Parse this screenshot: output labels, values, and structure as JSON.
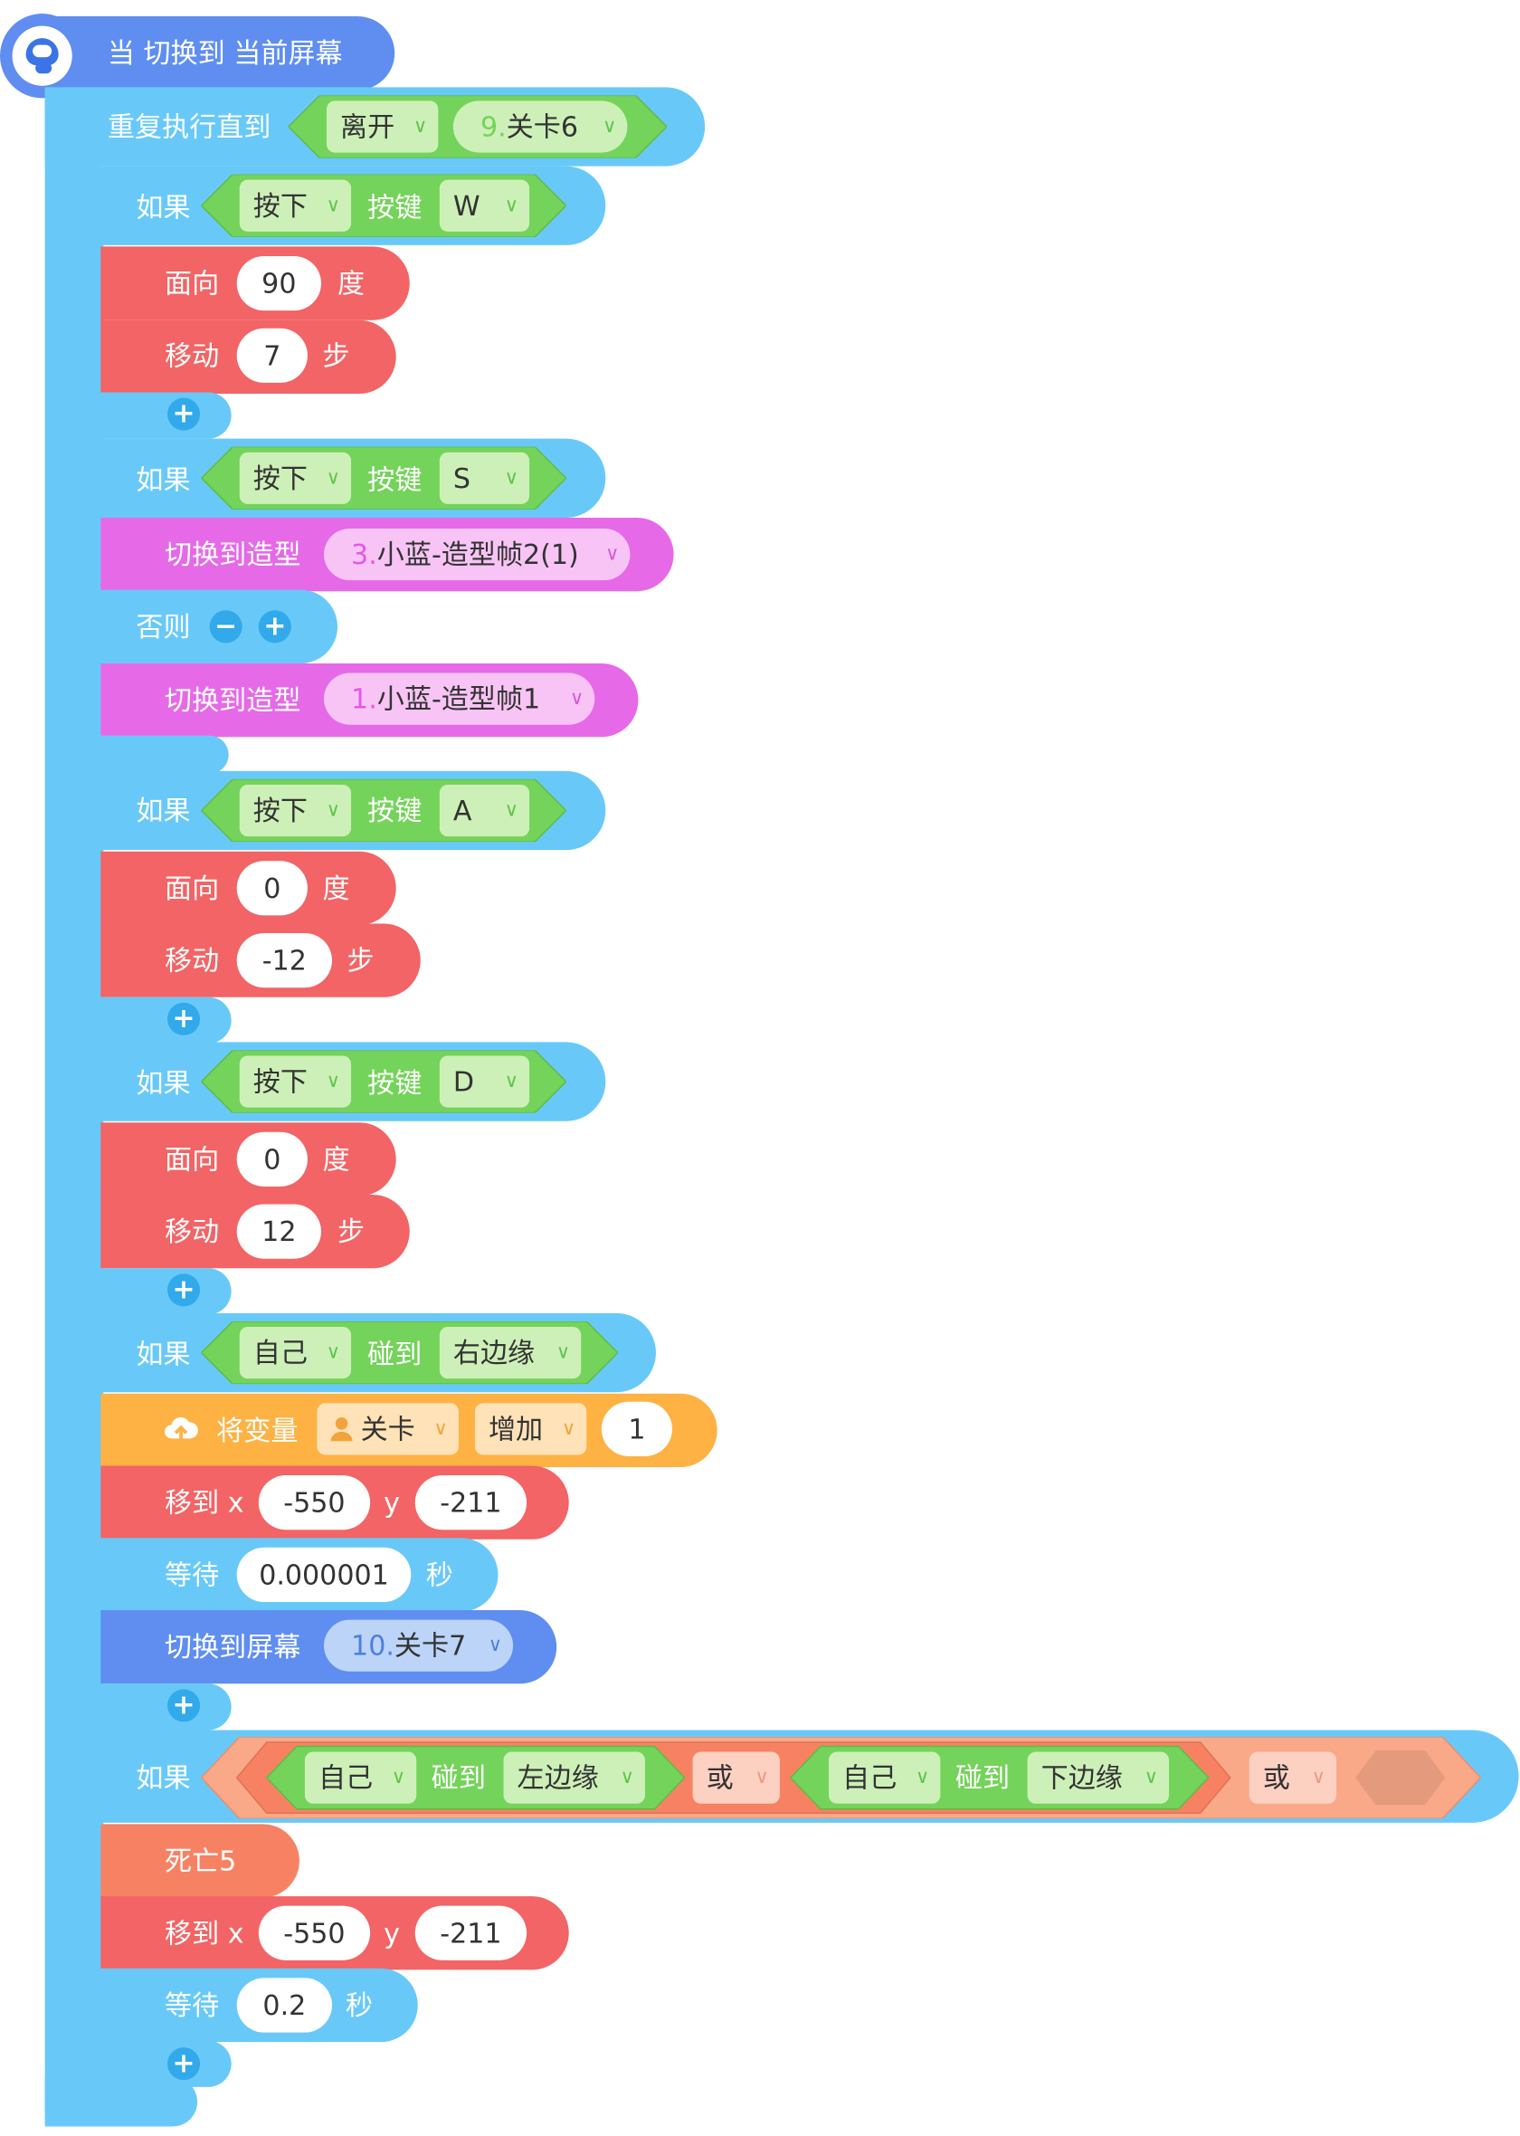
{
  "hat": {
    "label": "当 切换到 当前屏幕"
  },
  "repeat": {
    "label": "重复执行直到",
    "cond_action": "离开",
    "cond_target_num": "9.",
    "cond_target_name": "关卡6"
  },
  "if_w": {
    "label": "如果",
    "action": "按下",
    "key_label": "按键",
    "key": "W",
    "face_label": "面向",
    "face_value": "90",
    "face_unit": "度",
    "move_label": "移动",
    "move_value": "7",
    "move_unit": "步"
  },
  "if_s": {
    "label": "如果",
    "action": "按下",
    "key_label": "按键",
    "key": "S",
    "switch_label": "切换到造型",
    "costume1_num": "3.",
    "costume1_name": "小蓝-造型帧2(1)",
    "else_label": "否则",
    "switch2_label": "切换到造型",
    "costume2_num": "1.",
    "costume2_name": "小蓝-造型帧1"
  },
  "if_a": {
    "label": "如果",
    "action": "按下",
    "key_label": "按键",
    "key": "A",
    "face_label": "面向",
    "face_value": "0",
    "face_unit": "度",
    "move_label": "移动",
    "move_value": "-12",
    "move_unit": "步"
  },
  "if_d": {
    "label": "如果",
    "action": "按下",
    "key_label": "按键",
    "key": "D",
    "face_label": "面向",
    "face_value": "0",
    "face_unit": "度",
    "move_label": "移动",
    "move_value": "12",
    "move_unit": "步"
  },
  "if_right": {
    "label": "如果",
    "subject": "自己",
    "touch_label": "碰到",
    "edge": "右边缘",
    "var_label": "将变量",
    "var_name": "关卡",
    "var_op": "增加",
    "var_value": "1",
    "goto_label": "移到 x",
    "goto_x": "-550",
    "goto_y_label": "y",
    "goto_y": "-211",
    "wait_label": "等待",
    "wait_value": "0.000001",
    "wait_unit": "秒",
    "screen_label": "切换到屏幕",
    "screen_num": "10.",
    "screen_name": "关卡7"
  },
  "if_left": {
    "label": "如果",
    "subject1": "自己",
    "touch1_label": "碰到",
    "edge1": "左边缘",
    "or1": "或",
    "subject2": "自己",
    "touch2_label": "碰到",
    "edge2": "下边缘",
    "or2": "或",
    "death_label": "死亡5",
    "goto_label": "移到 x",
    "goto_x": "-550",
    "goto_y_label": "y",
    "goto_y": "-211",
    "wait_label": "等待",
    "wait_value": "0.2",
    "wait_unit": "秒"
  },
  "icons": {
    "hat": "astronaut-icon",
    "cloud": "cloud-upload-icon",
    "user": "user-icon",
    "chevron": "chevron-down-icon",
    "plus": "plus-icon",
    "minus": "minus-icon"
  },
  "colors": {
    "motion": "#f26465",
    "control": "#68c9f9",
    "looks": "#e669e8",
    "variable": "#fdb243",
    "screen": "#5f8ef0",
    "sensing": "#74d35a",
    "operator": "#f68263"
  }
}
